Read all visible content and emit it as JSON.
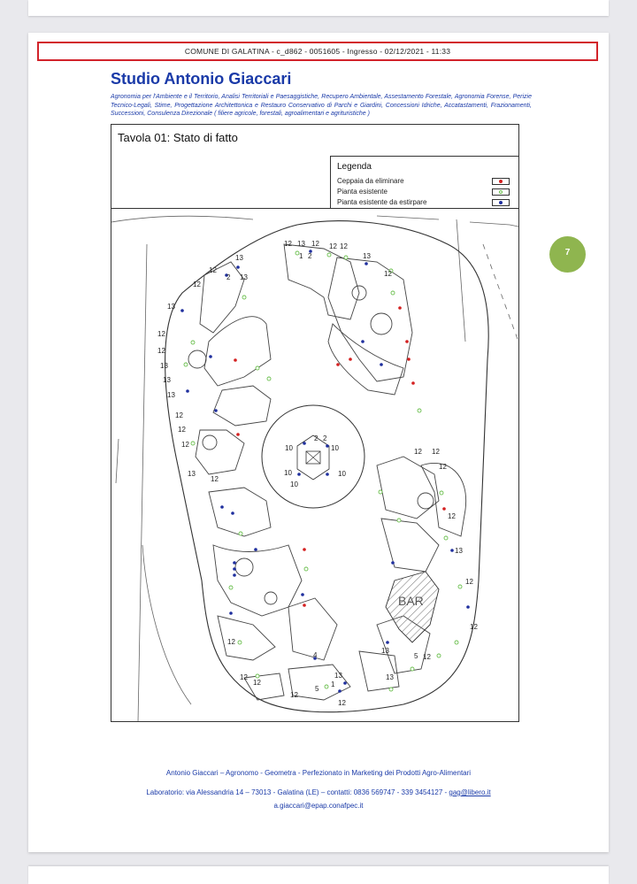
{
  "document": {
    "stamp": "COMUNE DI GALATINA - c_d862 - 0051605 - Ingresso - 02/12/2021 - 11:33",
    "studio_name": "Studio Antonio Giaccari",
    "studio_description": "Agronomia per l'Ambiente e il Territorio, Analisi Territoriali e Paesaggistiche, Recupero Ambientale, Assestamento Forestale, Agronomia Forense, Perizie Tecnico-Legali, Stime, Progettazione Architettonica e Restauro Conservativo di Parchi e Giardini, Concessioni Idriche, Accatastamenti, Frazionamenti, Successioni, Consulenza Direzionale ( filiere agricole, forestali, agroalimentari e agrituristiche )",
    "drawing_title": "Tavola 01: Stato di fatto",
    "legend": {
      "title": "Legenda",
      "items": [
        {
          "label": "Ceppaia da eliminare",
          "color": "#d42020"
        },
        {
          "label": "Pianta esistente",
          "color": "#6bbf4e"
        },
        {
          "label": "Pianta esistente da estirpare",
          "color": "#1f2f9e"
        }
      ]
    },
    "plan_labels": {
      "bar": "BAR",
      "numbers_top": [
        "12",
        "13",
        "12",
        "12",
        "12",
        "13",
        "1",
        "2",
        "13",
        "12",
        "2",
        "12",
        "13",
        "12",
        "13"
      ],
      "numbers_left": [
        "12",
        "12",
        "13",
        "13",
        "13",
        "12",
        "12",
        "12",
        "13",
        "12"
      ],
      "numbers_center": [
        "10",
        "2",
        "2",
        "10",
        "10",
        "10",
        "10"
      ],
      "numbers_right": [
        "12",
        "12",
        "12",
        "12",
        "13",
        "12",
        "12"
      ],
      "numbers_bottom": [
        "12",
        "12",
        "12",
        "12",
        "13",
        "13",
        "12",
        "5",
        "1",
        "4",
        "5",
        "12",
        "13"
      ]
    },
    "page_number": "7",
    "footer": {
      "line1": "Antonio Giaccari – Agronomo - Geometra - Perfezionato in Marketing dei Prodotti Agro-Alimentari",
      "line2_prefix": "Laboratorio: via Alessandria 14 – 73013 - Galatina (LE) – contatti: 0836 569747 - 339 3454127 - ",
      "email": "gag@libero.it",
      "pec": "a.giaccari@epap.conafpec.it"
    }
  }
}
